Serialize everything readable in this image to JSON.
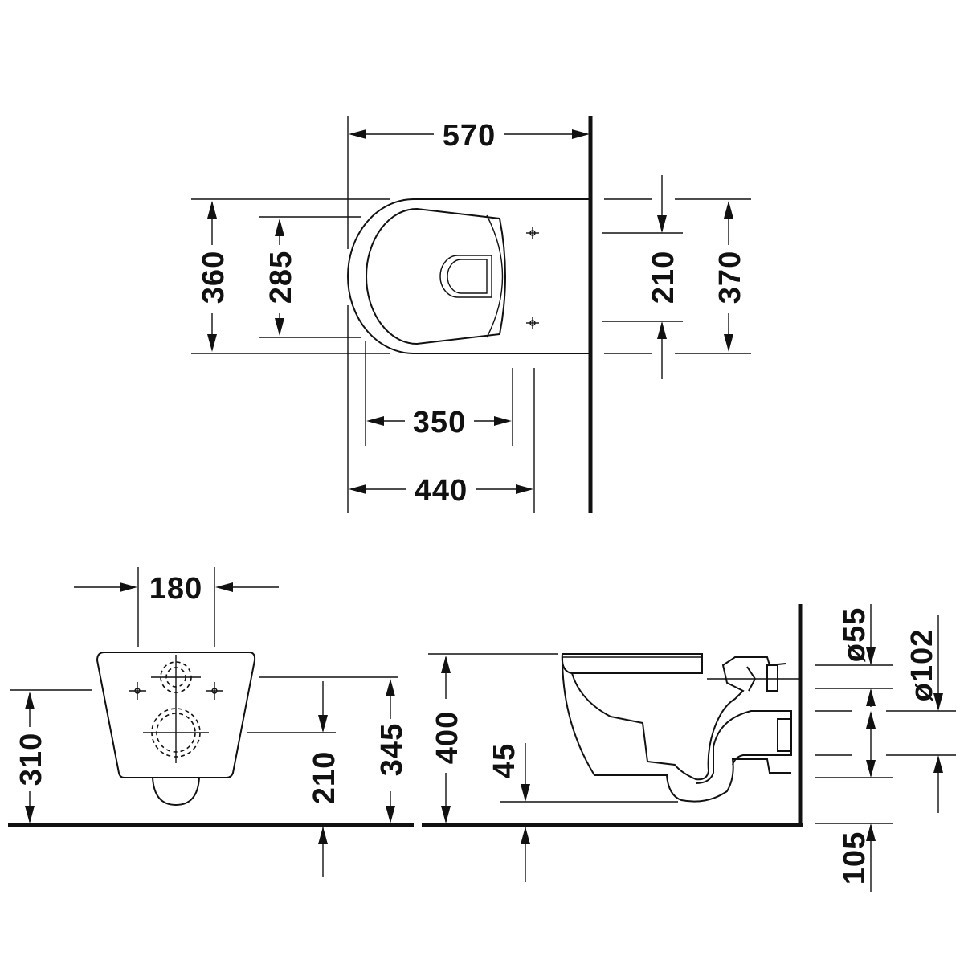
{
  "top_view": {
    "width_570": "570",
    "width_360": "360",
    "width_285": "285",
    "width_210": "210",
    "width_370": "370",
    "width_350": "350",
    "width_440": "440"
  },
  "front_view": {
    "width_180": "180",
    "height_310": "310",
    "height_210": "210",
    "height_345": "345"
  },
  "side_view": {
    "height_400": "400",
    "height_45": "45",
    "dia_55": "ø55",
    "dia_102": "ø102",
    "height_105": "105"
  }
}
